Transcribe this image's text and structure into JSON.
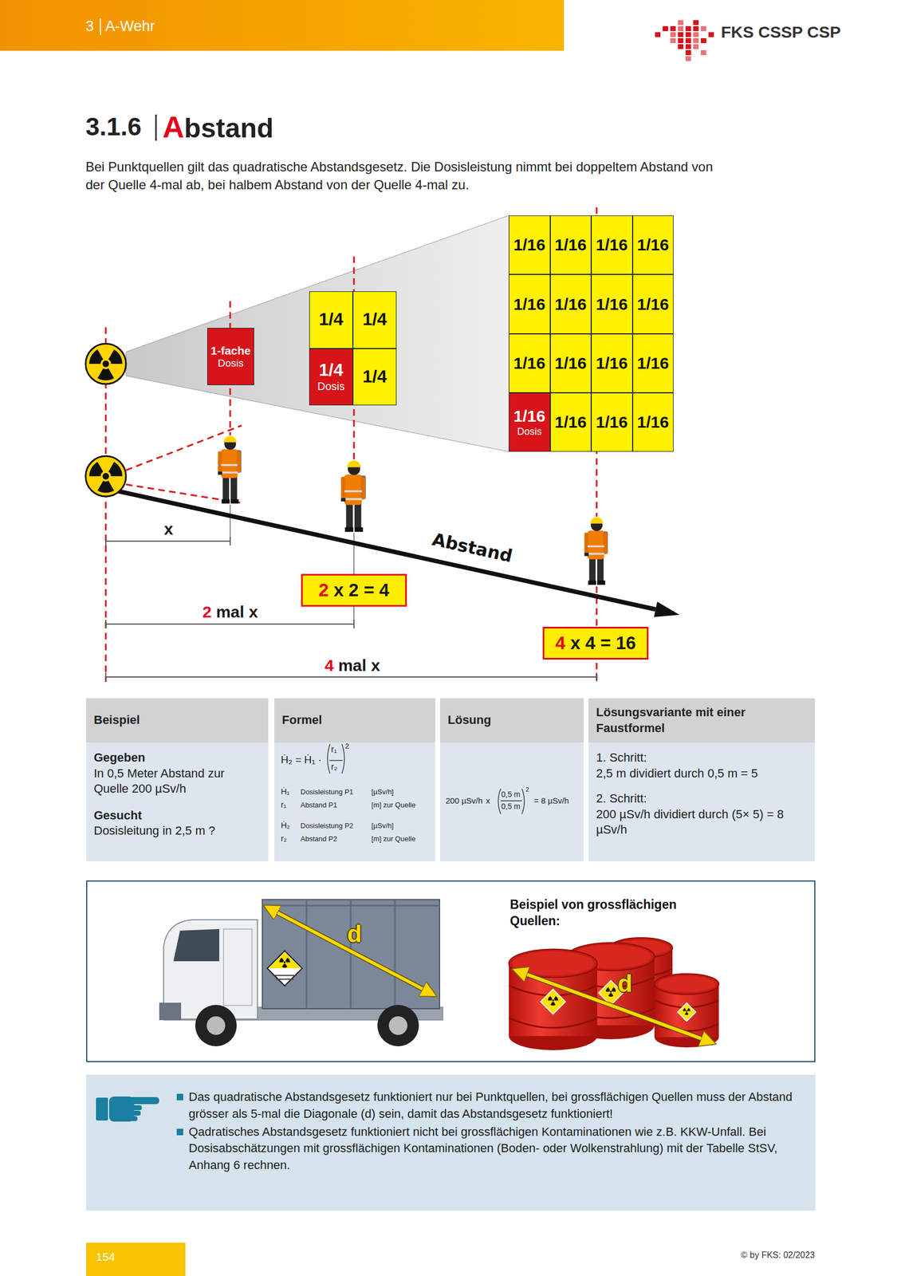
{
  "diagram": {
    "title": "Abstand",
    "nodes": [
      {
        "text": [
          "3",
          "A-Wehr"
        ]
      },
      {
        "text": [
          "1-fache",
          "Dosis"
        ]
      },
      {
        "text": [
          "1/4"
        ]
      },
      {
        "text": [
          "1/4"
        ]
      },
      {
        "text": [
          "1/4",
          "Dosis"
        ]
      },
      {
        "text": [
          "1/4"
        ]
      },
      {
        "text": [
          "1/16"
        ]
      },
      {
        "text": [
          "1/16"
        ]
      },
      {
        "text": [
          "1/16"
        ]
      },
      {
        "text": [
          "1/16"
        ]
      },
      {
        "text": [
          "1/16"
        ]
      },
      {
        "text": [
          "1/16"
        ]
      },
      {
        "text": [
          "1/16"
        ]
      },
      {
        "text": [
          "1/16"
        ]
      },
      {
        "text": [
          "1/16"
        ]
      },
      {
        "text": [
          "1/16"
        ]
      },
      {
        "text": [
          "1/16"
        ]
      },
      {
        "text": [
          "1/16"
        ]
      },
      {
        "text": [
          "1/16",
          "Dosis"
        ]
      },
      {
        "text": [
          "1/16"
        ]
      },
      {
        "text": [
          "1/16"
        ]
      },
      {
        "text": [
          "1/16"
        ]
      },
      {
        "text": [
          "2 x 2 = 4"
        ]
      },
      {
        "text": [
          "4 x 4 = 16"
        ]
      },
      {
        "text": [
          "Beispiel"
        ]
      },
      {
        "text": [
          "Formel"
        ]
      },
      {
        "text": [
          "Lösung"
        ]
      },
      {
        "text": [
          "Lösungsvariante mit einer Faustformel"
        ]
      },
      {
        "text": [
          "Gegeben",
          "In 0,5 Meter Abstand zur Quelle 200 µSv/h",
          "Gesucht",
          "Dosisleitung in 2,5 m ?"
        ]
      },
      {
        "text": [
          "Ḣ₂ = Ḣ₁ ·",
          "r₁",
          "r₂",
          "2",
          "Ḣ₁",
          "Dosisleistung P1",
          "[µSv/h]",
          "r₁",
          "Abstand P1",
          "[m] zur Quelle",
          "Ḣ₂",
          "Dosisleistung P2",
          "[µSv/h]",
          "r₂",
          "Abstand P2",
          "[m] zur Quelle"
        ]
      },
      {
        "text": [
          "200 µSv/h",
          "x",
          "0,5 m",
          "0,5 m",
          "2",
          "= 8 µSv/h"
        ]
      },
      {
        "text": [
          "1. Schritt:",
          "2,5 m dividiert durch 0,5 m = 5",
          "2. Schritt:",
          "200 µSv/h dividiert durch (5× 5) = 8 µSv/h"
        ]
      },
      {
        "text": [
          "Beispiel von grossflächigen Quellen:"
        ]
      },
      {
        "text": [
          "Das quadratische Abstandsgesetz funktioniert nur bei Punktquellen, bei grossflächigen Quellen muss der Abstand grösser als 5-mal die Diagonale (d) sein, damit das Abstandsgesetz funktioniert!",
          "Qadratisches Abstandsgesetz funktioniert nicht bei grossflächigen Kontaminationen wie z.B. KKW-Unfall. Bei Dosisabschätzungen mit grossflächigen Kontaminationen (Boden- oder Wolkenstrahlung) mit der Tabelle StSV, Anhang 6 rechnen."
        ]
      },
      {
        "text": [
          "154"
        ]
      }
    ],
    "labels": [
      "FKS CSSP CSP",
      "3.1.6",
      "Bei Punktquellen gilt das quadratische Abstandsgesetz. Die Dosisleistung nimmt bei doppeltem Abstand von der Quelle 4-mal ab, bei halbem Abstand von der Quelle 4-mal zu.",
      "Abstand",
      "x",
      "2 mal x",
      "4 mal x",
      "d",
      "d",
      "© by FKS: 02/2023"
    ]
  }
}
